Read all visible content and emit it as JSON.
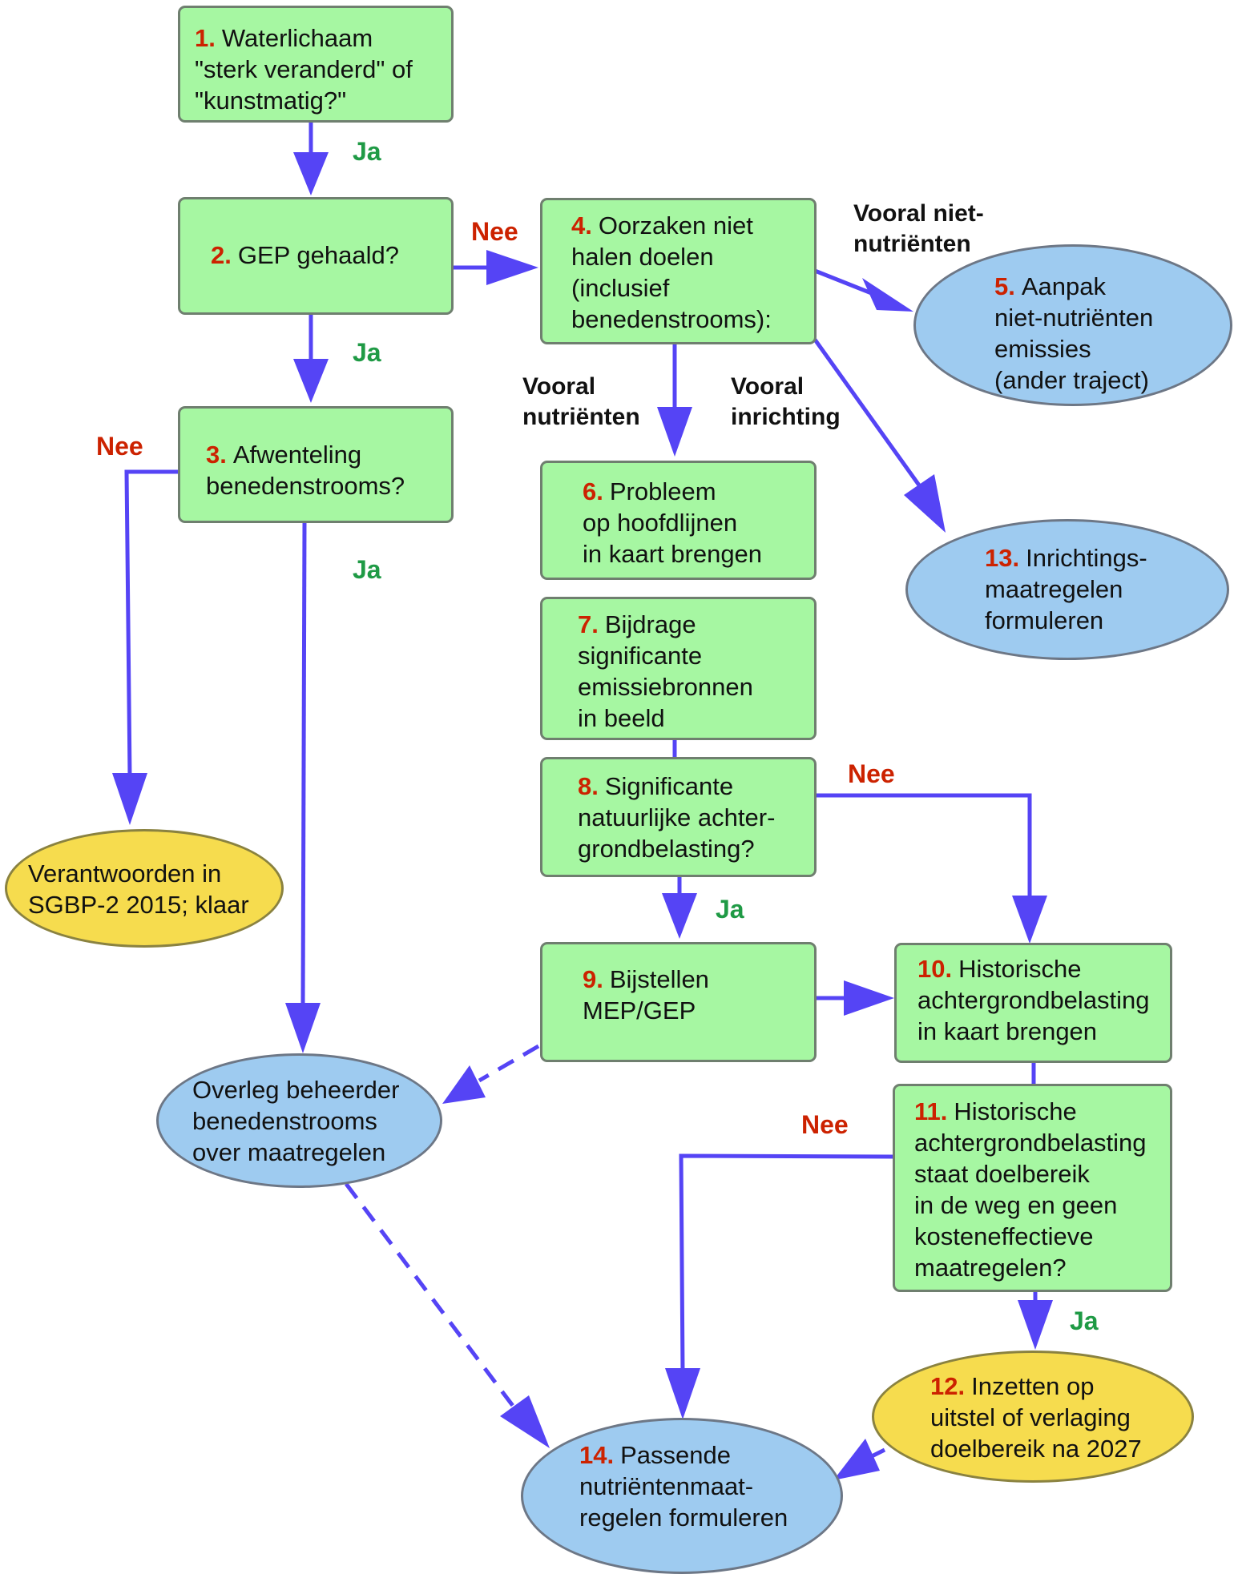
{
  "nodes": {
    "n1": {
      "num": "1.",
      "text": "Waterlichaam\n\"sterk veranderd\" of\n\"kunstmatig?\""
    },
    "n2": {
      "num": "2.",
      "text": "GEP gehaald?"
    },
    "n3": {
      "num": "3.",
      "text": "Afwenteling\nbenedenstrooms?"
    },
    "n4": {
      "num": "4.",
      "text": "Oorzaken niet\nhalen doelen\n(inclusief\nbenedenstrooms):"
    },
    "n5": {
      "num": "5.",
      "text": "Aanpak\nniet-nutriënten\nemissies\n(ander traject)"
    },
    "n6": {
      "num": "6.",
      "text": "Probleem\nop hoofdlijnen\nin kaart brengen"
    },
    "n7": {
      "num": "7.",
      "text": "Bijdrage\nsignificante\nemissiebronnen\nin beeld"
    },
    "n8": {
      "num": "8.",
      "text": "Significante\nnatuurlijke achter-\ngrondbelasting?"
    },
    "n9": {
      "num": "9.",
      "text": "Bijstellen\nMEP/GEP"
    },
    "n10": {
      "num": "10.",
      "text": "Historische\nachtergrondbelasting\nin kaart brengen"
    },
    "n11": {
      "num": "11.",
      "text": "Historische\nachtergrondbelasting\nstaat doelbereik\nin de weg en geen\nkosteneffectieve\nmaatregelen?"
    },
    "n12": {
      "num": "12.",
      "text": "Inzetten op\nuitstel of verlaging\ndoelbereik na 2027"
    },
    "n13": {
      "num": "13.",
      "text": "Inrichtings-\nmaatregelen\nformuleren"
    },
    "n14": {
      "num": "14.",
      "text": "Passende\nnutriëntenmaat-\nregelen formuleren"
    },
    "verantwoorden": {
      "text": "Verantwoorden in\nSGBP-2 2015; klaar"
    },
    "overleg": {
      "text": "Overleg beheerder\nbenedenstrooms\nover maatregelen"
    }
  },
  "labels": {
    "ja_1_2": "Ja",
    "ja_2_3": "Ja",
    "ja_3_overleg": "Ja",
    "nee_2_4": "Nee",
    "nee_3": "Nee",
    "vooral_niet_nutrienten": "Vooral niet-\nnutriënten",
    "vooral_nutrienten": "Vooral\nnutriënten",
    "vooral_inrichting": "Vooral\ninrichting",
    "nee_8": "Nee",
    "ja_8": "Ja",
    "nee_11": "Nee",
    "ja_11": "Ja"
  },
  "colors": {
    "arrow": "#5544f5",
    "box_fill": "#a6f7a2",
    "ellipse_blue": "#9ecbf0",
    "ellipse_yellow": "#f6dc4e",
    "number_red": "#cc2200",
    "ja_green": "#1f9a45"
  }
}
